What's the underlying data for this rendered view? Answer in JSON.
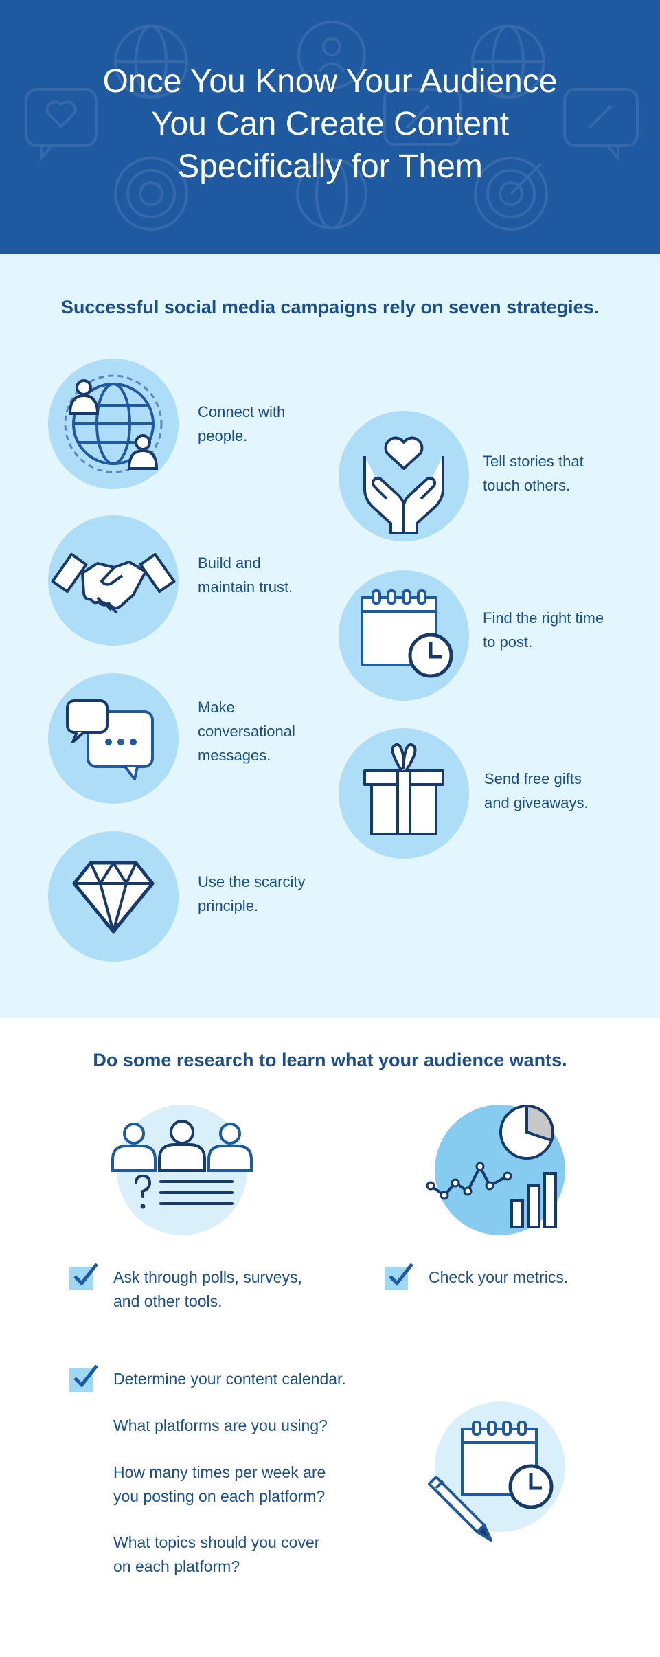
{
  "hero": {
    "title_lines": [
      "Once You Know Your Audience",
      "You Can Create Content",
      "Specifically for Them"
    ]
  },
  "strategies": {
    "heading": "Successful social media campaigns rely on seven strategies.",
    "items": [
      {
        "icon": "globe-people-icon",
        "label_lines": [
          "Connect with",
          "people."
        ]
      },
      {
        "icon": "hands-heart-icon",
        "label_lines": [
          "Tell stories that",
          "touch others."
        ]
      },
      {
        "icon": "handshake-icon",
        "label_lines": [
          "Build and",
          "maintain trust."
        ]
      },
      {
        "icon": "calendar-clock-icon",
        "label_lines": [
          "Find the right time",
          "to post."
        ]
      },
      {
        "icon": "chat-bubbles-icon",
        "label_lines": [
          "Make",
          "conversational",
          "messages."
        ]
      },
      {
        "icon": "gift-icon",
        "label_lines": [
          "Send free gifts",
          "and giveaways."
        ]
      },
      {
        "icon": "diamond-icon",
        "label_lines": [
          "Use the scarcity",
          "principle."
        ]
      }
    ]
  },
  "research": {
    "heading": "Do some research to learn what your audience wants.",
    "checks": [
      {
        "icon": "checkbox-icon",
        "lines": [
          "Ask through polls, surveys,",
          "and other tools."
        ]
      },
      {
        "icon": "checkbox-icon",
        "lines": [
          "Check your metrics."
        ]
      },
      {
        "icon": "checkbox-icon",
        "lines": [
          "Determine your content calendar."
        ]
      }
    ],
    "questions": [
      {
        "lines": [
          "What platforms are you using?"
        ]
      },
      {
        "lines": [
          "How many times per week are",
          "you posting on each platform?"
        ]
      },
      {
        "lines": [
          "What topics should you cover",
          "on each platform?"
        ]
      }
    ]
  },
  "colors": {
    "hero_bg": "#1f5aa0",
    "strategies_bg": "#e3f6fd",
    "circle": "#aeddf7",
    "text": "#194f90",
    "icon_stroke": "#173a6b",
    "check_box": "#9fd8f5"
  }
}
